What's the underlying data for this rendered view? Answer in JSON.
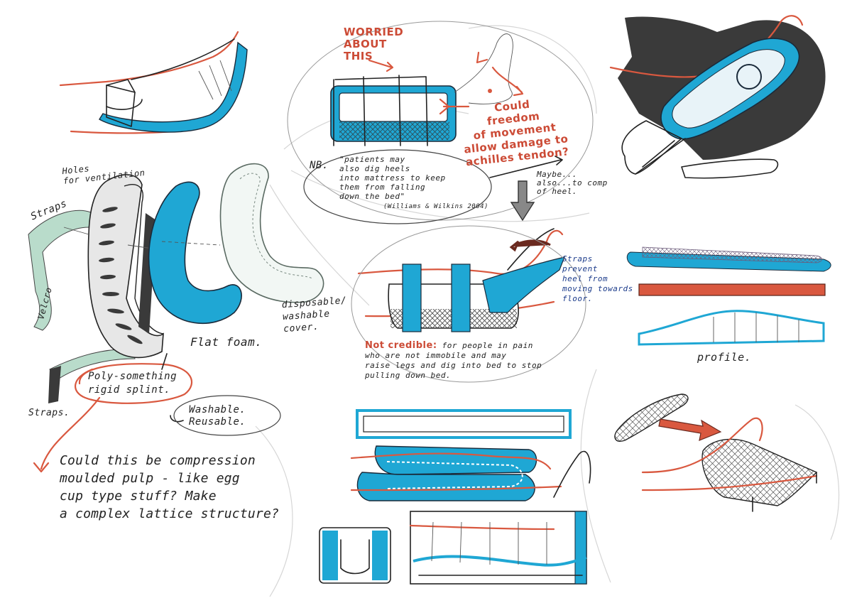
{
  "colors": {
    "ink": "#222222",
    "accent_red": "#cc4b36",
    "accent_blue": "#1fa7d4",
    "note_blue": "#1a3a8a",
    "mint": "#b9dccb",
    "marker_grey": "#3a3a3a",
    "paper": "#ffffff"
  },
  "notes": {
    "holes": "Holes\nfor ventilation",
    "straps_left": "Straps",
    "velcro": "Velcro",
    "flat_foam": "Flat foam.",
    "cover": "disposable/\nwashable\ncover.",
    "splint": "Poly-something\nrigid splint.",
    "washable": "Washable.\nReusable.",
    "straps_bottom": "Straps.",
    "compression": "Could this be compression\nmoulded pulp - like egg\ncup type stuff? Make\na complex lattice structure?",
    "worried": "WORRIED\nABOUT\nTHIS",
    "freedom": "Could\nfreedom\nof movement\nallow damage to\nachilles tendon?",
    "nb_label": "NB.",
    "nb_quote": "\"patients may\nalso dig heels\ninto mattress to keep\nthem from falling\ndown the bed\"",
    "nb_citation": "(Williams & Wilkins 2004)",
    "maybe": "Maybe...\nalso...to comp\nof heel.",
    "straps_prevent": "Straps\nprevent\nheel from\nmoving towards\nfloor.",
    "not_credible_label": "Not credible:",
    "not_credible_text": " for people in pain\nwho are not immobile and may\nraise legs and dig into bed to stop\npulling down bed.",
    "profile": "profile."
  }
}
